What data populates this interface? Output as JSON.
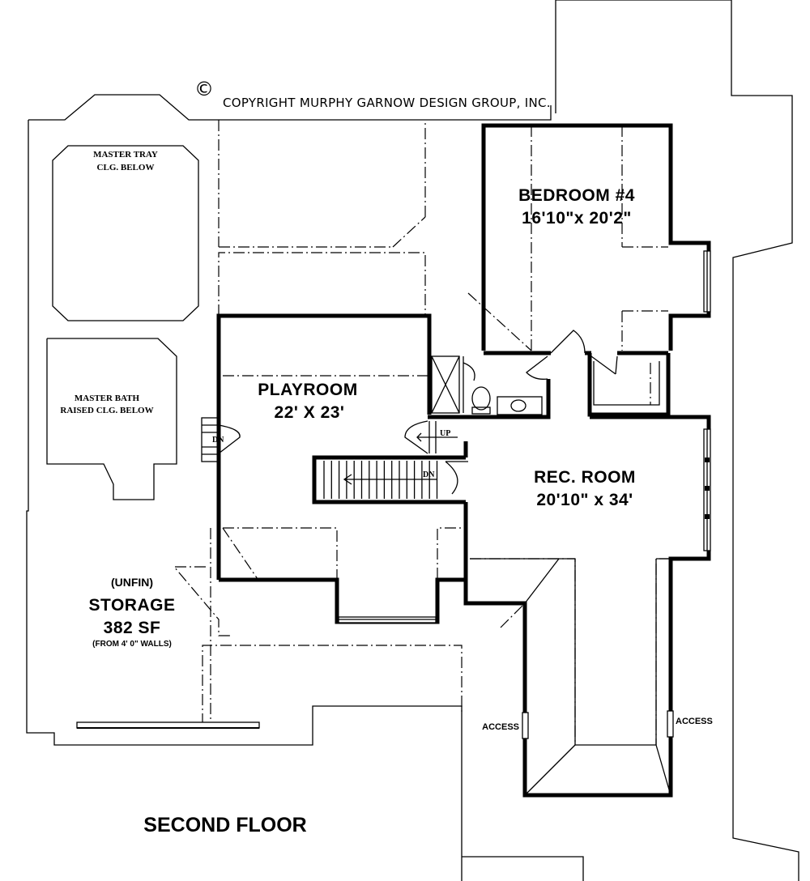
{
  "copyright": {
    "symbol": "©",
    "text": "COPYRIGHT MURPHY GARNOW DESIGN GROUP, INC."
  },
  "rooms": {
    "bedroom4": {
      "name": "BEDROOM #4",
      "size": "16'10\"x 20'2\""
    },
    "playroom": {
      "name": "PLAYROOM",
      "size": "22' X 23'"
    },
    "rec_room": {
      "name": "REC. ROOM",
      "size": "20'10\" x 34'"
    },
    "storage": {
      "prefix": "(UNFIN)",
      "name": "STORAGE",
      "area": "382 SF",
      "note": "(FROM 4' 0\" WALLS)"
    }
  },
  "below_notes": {
    "master_tray": {
      "line1": "MASTER TRAY",
      "line2": "CLG. BELOW"
    },
    "master_bath": {
      "line1": "MASTER BATH",
      "line2": "RAISED CLG. BELOW"
    }
  },
  "stairs": {
    "dn_left": "DN",
    "up": "UP",
    "dn_main": "DN"
  },
  "access": {
    "left": "ACCESS",
    "right": "ACCESS"
  },
  "floor_title": "SECOND FLOOR"
}
